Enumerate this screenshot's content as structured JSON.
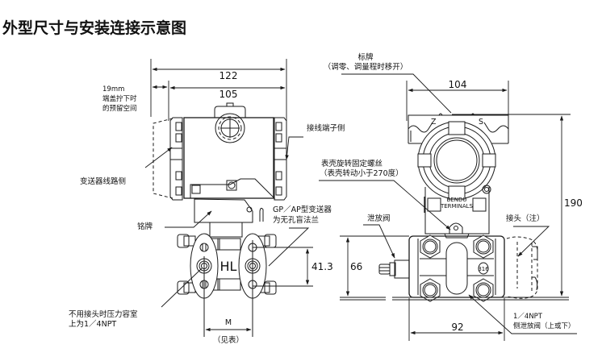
{
  "title": "外型尺寸与安装连接示意图",
  "left_view": {
    "dimensions": {
      "overall_width": "122",
      "body_width": "105",
      "clearance_line1": "19mm",
      "clearance_line2": "端盖拧下时",
      "clearance_line3": "的预留空间",
      "process_spacing": "41.3",
      "center_distance": "M",
      "center_distance_note": "（见表）"
    },
    "labels": {
      "wiring_side": "变送器线路侧",
      "terminal_side": "接线端子侧",
      "nameplate": "铭牌",
      "gp_ap_line1": "GP／AP型变送器",
      "gp_ap_line2": "为无孔盲法兰",
      "no_connector_line1": "不用接头时压力容室",
      "no_connector_line2": "上为1／4NPT",
      "hl_mark": "HL"
    }
  },
  "right_view": {
    "dimensions": {
      "width_top": "104",
      "overall_height": "190",
      "flange_height": "66",
      "flange_width": "92"
    },
    "labels": {
      "tag_plate_line1": "标牌",
      "tag_plate_line2": "（调零、调量程时移开）",
      "housing_screw_line1": "表壳旋转固定螺丝",
      "housing_screw_line2": "（表壳转动小于270度）",
      "zero_mark": "Z",
      "span_mark": "S",
      "bendu": "BENDU",
      "terminals": "TERMINALS",
      "drain_valve": "泄放阀",
      "connector_note": "接头（注）",
      "side_drain_line1": "1／4NPT",
      "side_drain_line2": "侧泄放阀（上或下）",
      "material_mark": "316"
    }
  }
}
